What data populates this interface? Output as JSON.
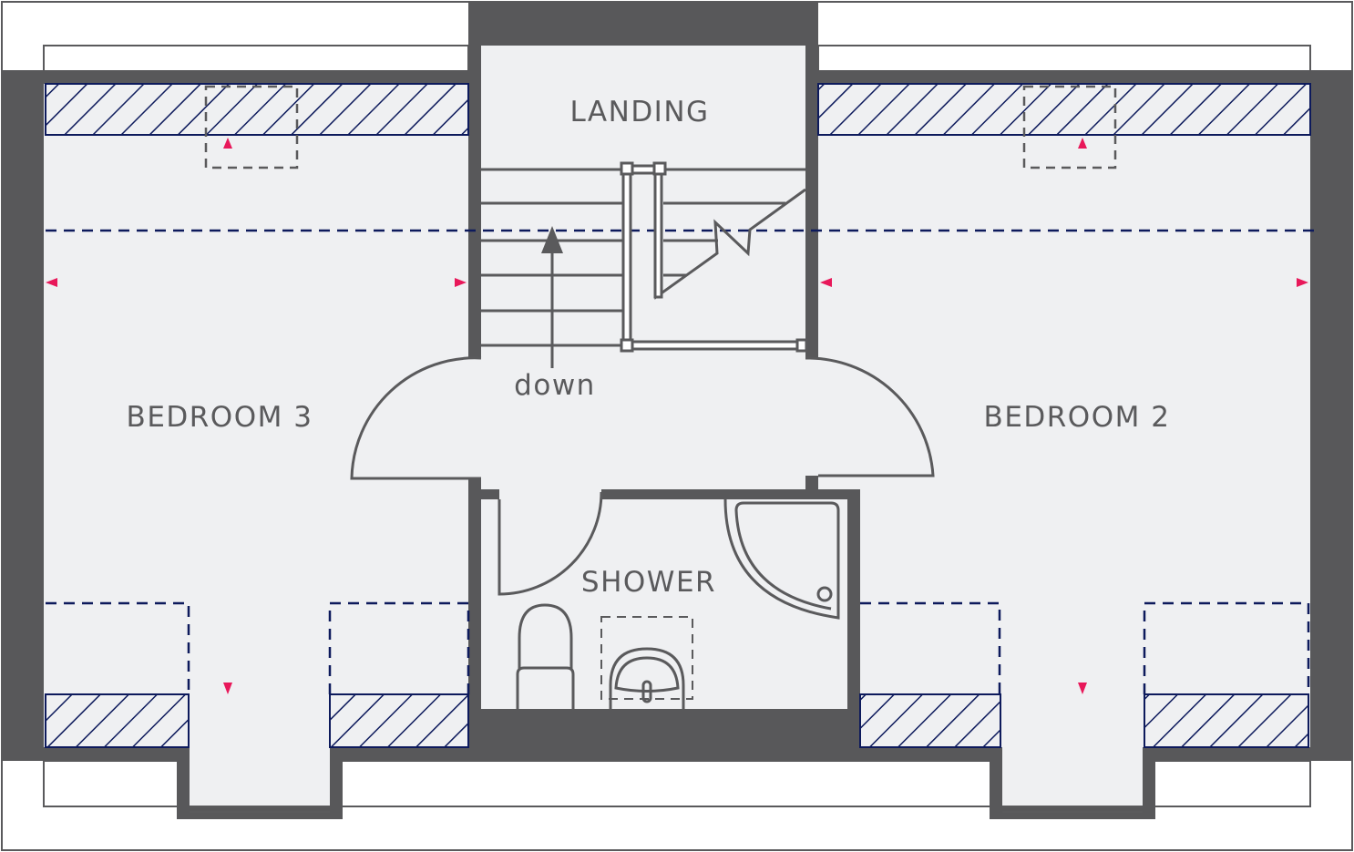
{
  "rooms": {
    "landing": "LANDING",
    "bedroom_3": "BEDROOM 3",
    "bedroom_2": "BEDROOM 2",
    "shower": "SHOWER"
  },
  "stairs_label": "down",
  "colors": {
    "wall": "#58585a",
    "floor": "#eff0f2",
    "restricted_height": "#0d1a5c",
    "marker": "#e8185a"
  }
}
